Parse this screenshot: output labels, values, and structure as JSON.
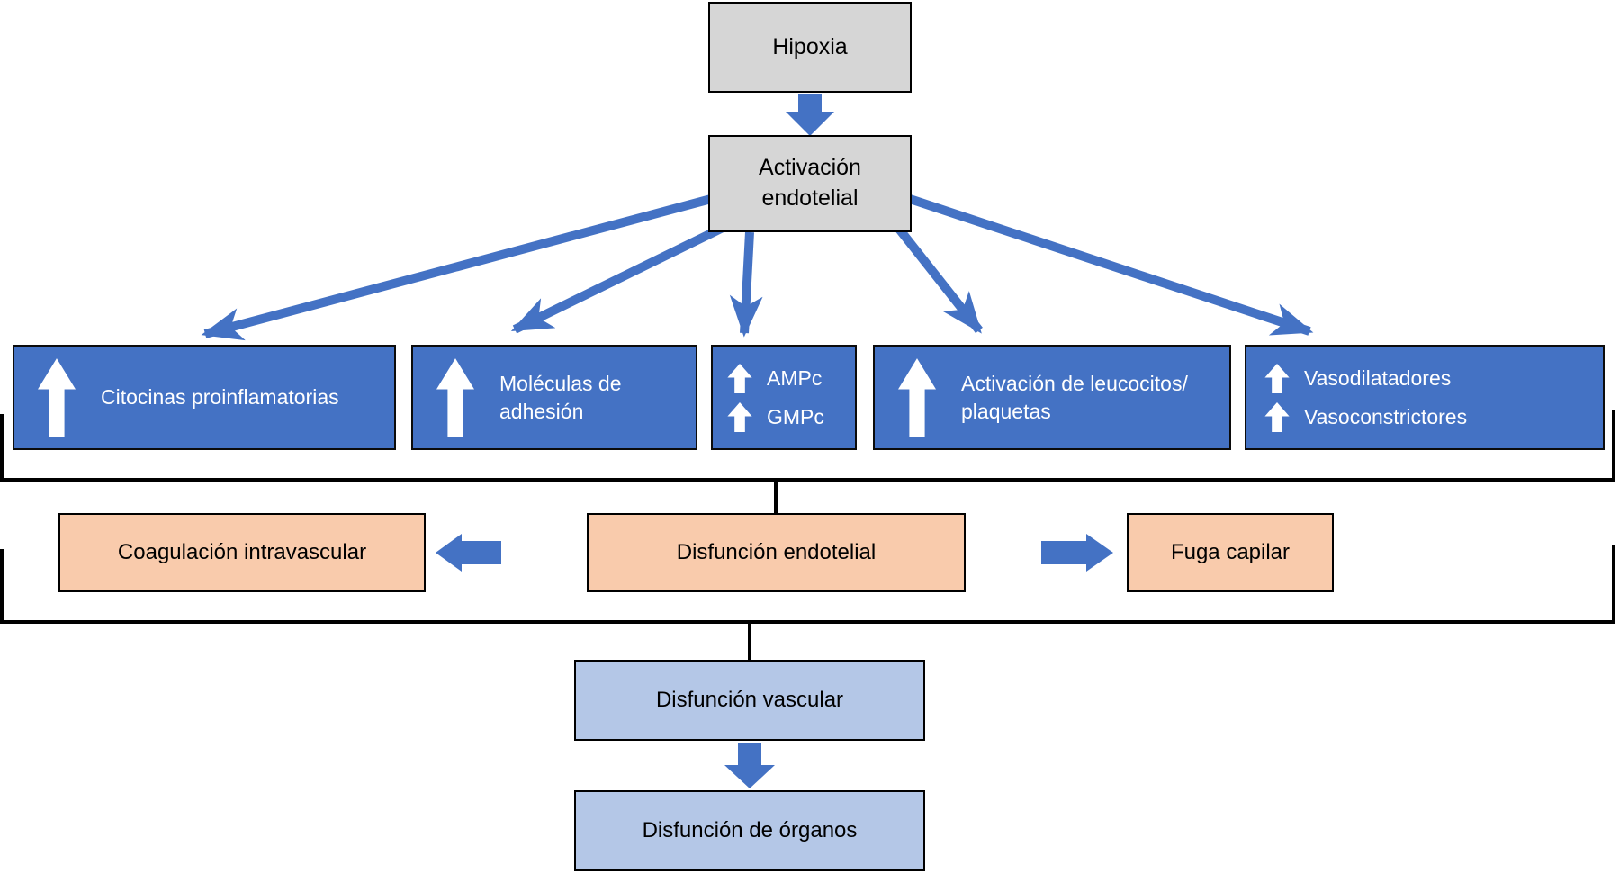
{
  "diagram": {
    "type": "flowchart",
    "language": "es",
    "topic": "Hipoxia - activación endotelial - disfunción de órganos",
    "colors": {
      "accent_blue": "#4472c4",
      "gray_box_fill": "#d6d6d6",
      "peach_box_fill": "#f9cbac",
      "light_blue_box_fill": "#b4c7e7",
      "box_border": "#000000",
      "connector_black": "#000000",
      "white_arrow": "#ffffff"
    }
  },
  "nodes": {
    "hipoxia": {
      "label": "Hipoxia"
    },
    "activacion": {
      "lines": [
        "Activación",
        "endotelial"
      ]
    },
    "citocinas": {
      "label": "Citocinas proinflamatorias",
      "icon": "up-arrow"
    },
    "moleculas": {
      "lines": [
        "Moléculas de",
        "adhesión"
      ],
      "icon": "up-arrow"
    },
    "nucleotidos": {
      "items": [
        "AMPc",
        "GMPc"
      ],
      "icon": "up-arrow"
    },
    "leucocitos": {
      "lines": [
        "Activación de leucocitos/",
        "plaquetas"
      ],
      "icon": "up-arrow"
    },
    "vasoactivos": {
      "items": [
        "Vasodilatadores",
        "Vasoconstrictores"
      ],
      "icon": "up-arrow"
    },
    "coagulacion": {
      "label": "Coagulación intravascular"
    },
    "endotelial": {
      "label": "Disfunción endotelial"
    },
    "fuga": {
      "label": "Fuga capilar"
    },
    "vascular": {
      "label": "Disfunción vascular"
    },
    "organos": {
      "label": "Disfunción de órganos"
    }
  },
  "edges": [
    "Hipoxia -> Activación endotelial",
    "Activación endotelial -> Citocinas proinflamatorias",
    "Activación endotelial -> Moléculas de adhesión",
    "Activación endotelial -> AMPc/GMPc",
    "Activación endotelial -> Activación de leucocitos/plaquetas",
    "Activación endotelial -> Vasodilatadores/Vasoconstrictores",
    "mediadores (bracket) -> Disfunción endotelial",
    "Disfunción endotelial -> Coagulación intravascular",
    "Disfunción endotelial -> Fuga capilar",
    "fila intermedia (bracket) -> Disfunción vascular",
    "Disfunción vascular -> Disfunción de órganos"
  ]
}
